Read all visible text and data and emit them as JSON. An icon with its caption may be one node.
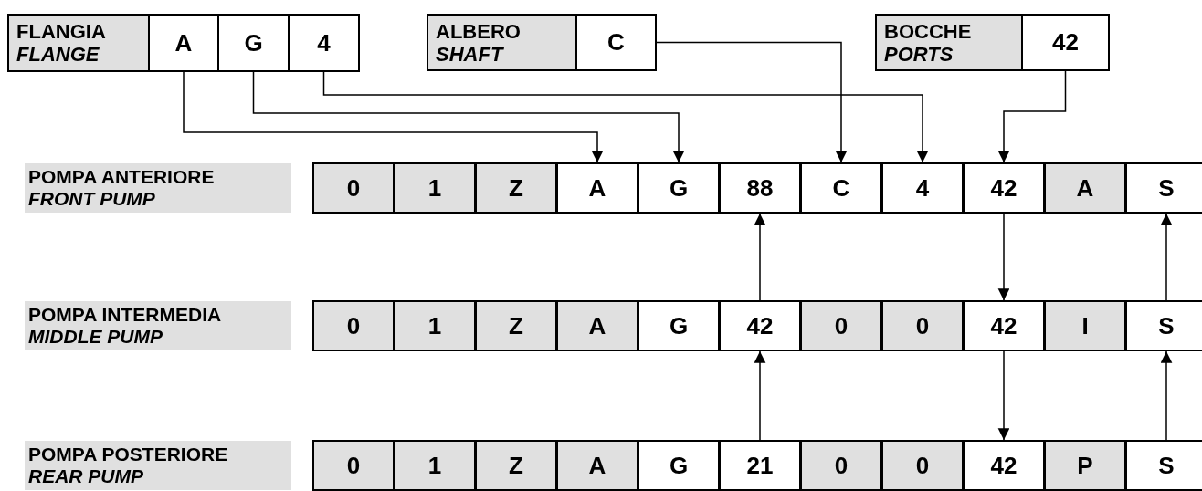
{
  "diagram": {
    "nodes": [
      {
        "text": [
          "FLANGIA",
          "FLANGE"
        ]
      },
      {
        "text": [
          "A"
        ]
      },
      {
        "text": [
          "G"
        ]
      },
      {
        "text": [
          "4"
        ]
      },
      {
        "text": [
          "ALBERO",
          "SHAFT"
        ]
      },
      {
        "text": [
          "C"
        ]
      },
      {
        "text": [
          "BOCCHE",
          "PORTS"
        ]
      },
      {
        "text": [
          "42"
        ]
      },
      {
        "text": [
          "POMPA ANTERIORE",
          "FRONT PUMP"
        ]
      },
      {
        "text": [
          "0"
        ]
      },
      {
        "text": [
          "1"
        ]
      },
      {
        "text": [
          "Z"
        ]
      },
      {
        "text": [
          "A"
        ]
      },
      {
        "text": [
          "G"
        ]
      },
      {
        "text": [
          "88"
        ]
      },
      {
        "text": [
          "C"
        ]
      },
      {
        "text": [
          "4"
        ]
      },
      {
        "text": [
          "42"
        ]
      },
      {
        "text": [
          "A"
        ]
      },
      {
        "text": [
          "S"
        ]
      },
      {
        "text": [
          "POMPA INTERMEDIA",
          "MIDDLE PUMP"
        ]
      },
      {
        "text": [
          "0"
        ]
      },
      {
        "text": [
          "1"
        ]
      },
      {
        "text": [
          "Z"
        ]
      },
      {
        "text": [
          "A"
        ]
      },
      {
        "text": [
          "G"
        ]
      },
      {
        "text": [
          "42"
        ]
      },
      {
        "text": [
          "0"
        ]
      },
      {
        "text": [
          "0"
        ]
      },
      {
        "text": [
          "42"
        ]
      },
      {
        "text": [
          "I"
        ]
      },
      {
        "text": [
          "S"
        ]
      },
      {
        "text": [
          "POMPA POSTERIORE",
          "REAR PUMP"
        ]
      },
      {
        "text": [
          "0"
        ]
      },
      {
        "text": [
          "1"
        ]
      },
      {
        "text": [
          "Z"
        ]
      },
      {
        "text": [
          "A"
        ]
      },
      {
        "text": [
          "G"
        ]
      },
      {
        "text": [
          "21"
        ]
      },
      {
        "text": [
          "0"
        ]
      },
      {
        "text": [
          "0"
        ]
      },
      {
        "text": [
          "42"
        ]
      },
      {
        "text": [
          "P"
        ]
      },
      {
        "text": [
          "S"
        ]
      }
    ],
    "edges": [
      {
        "from": 1,
        "to": 12,
        "arrow": "to"
      },
      {
        "from": 2,
        "to": 13,
        "arrow": "to"
      },
      {
        "from": 3,
        "to": 16,
        "arrow": "to"
      },
      {
        "from": 5,
        "to": 15,
        "arrow": "to"
      },
      {
        "from": 7,
        "to": 17,
        "arrow": "to"
      },
      {
        "from": 26,
        "to": 14,
        "arrow": "to"
      },
      {
        "from": 17,
        "to": 29,
        "arrow": "to"
      },
      {
        "from": 31,
        "to": 19,
        "arrow": "to"
      },
      {
        "from": 38,
        "to": 26,
        "arrow": "to"
      },
      {
        "from": 29,
        "to": 41,
        "arrow": "to"
      },
      {
        "from": 43,
        "to": 31,
        "arrow": "to"
      }
    ]
  }
}
